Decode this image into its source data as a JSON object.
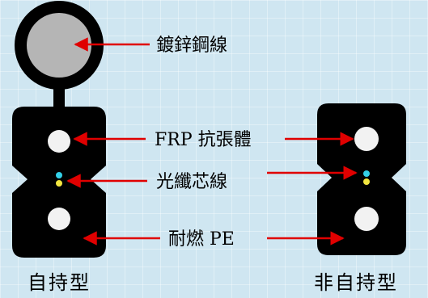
{
  "labels": {
    "steel_wire": "鍍鋅鋼線",
    "frp": "FRP 抗張體",
    "fiber": "光纖芯線",
    "jacket": "耐燃 PE"
  },
  "captions": {
    "left": "自持型",
    "right": "非自持型"
  },
  "colors": {
    "cable_body": "#000000",
    "steel_core": "#b5b5b5",
    "frp_rod": "#f2f2f2",
    "arrow": "#e00000",
    "fiber_blue": "#33d0e8",
    "fiber_yellow": "#f2e640"
  }
}
